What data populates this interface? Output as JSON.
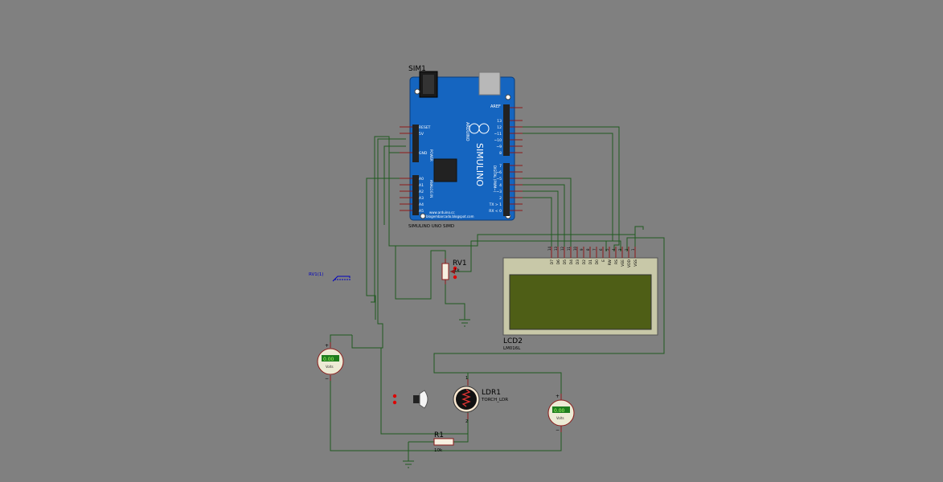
{
  "colors": {
    "background": "#808080",
    "wire": "#1f5a1f",
    "pin": "#8b1a1a",
    "board": "#1565c0",
    "lcd_bezel": "#c8c8a8",
    "lcd_screen": "#4e5e16",
    "meter": "#ecebd5",
    "meter_display": "#1e7d1e",
    "label": "#000000",
    "probe": "#0000c0"
  },
  "arduino": {
    "ref": "SIM1",
    "name": "SIMULINO UNO SIMD",
    "logo": "SIMULINO",
    "tag": "ARDUINO",
    "website1": "www.arduino.cc",
    "website2": "blogembarcado.blogspot.com",
    "aref": "AREF",
    "power_pins": [
      "RESET",
      "5V",
      "GND"
    ],
    "power_group": "POWER",
    "analog_pins": [
      "A0",
      "A1",
      "A2",
      "A3",
      "A4",
      "A5"
    ],
    "analog_group": "ANALOG IN",
    "digital_group": "DIGITAL (PWM~)",
    "digital_pins_top": [
      "13",
      "12",
      "~11",
      "~10",
      "~9",
      "8"
    ],
    "digital_pins_bottom": [
      "7",
      "~6",
      "~5",
      "4",
      "~3",
      "2",
      "TX > 1",
      "RX < 0"
    ]
  },
  "lcd": {
    "ref": "LCD2",
    "model": "LM016L",
    "pins": [
      "D7",
      "D6",
      "D5",
      "D4",
      "D3",
      "D2",
      "D1",
      "D0",
      "E",
      "RW",
      "RS",
      "VEE",
      "VDD",
      "VSS"
    ],
    "pin_numbers": [
      "14",
      "13",
      "12",
      "11",
      "10",
      "9",
      "8",
      "7",
      "6",
      "5",
      "4",
      "3",
      "2",
      "1"
    ]
  },
  "pot": {
    "ref": "RV1",
    "value": "1k"
  },
  "probe": {
    "label": "RV1(1)"
  },
  "ldr": {
    "ref": "LDR1",
    "model": "TORCH_LDR",
    "pin1": "1",
    "pin2": "2"
  },
  "resistor": {
    "ref": "R1",
    "value": "10k"
  },
  "voltmeters": [
    {
      "display": "0.00",
      "unit": "Volts",
      "plus": "+",
      "minus": "−"
    },
    {
      "display": "0.00",
      "unit": "Volts",
      "plus": "+",
      "minus": "−"
    }
  ]
}
